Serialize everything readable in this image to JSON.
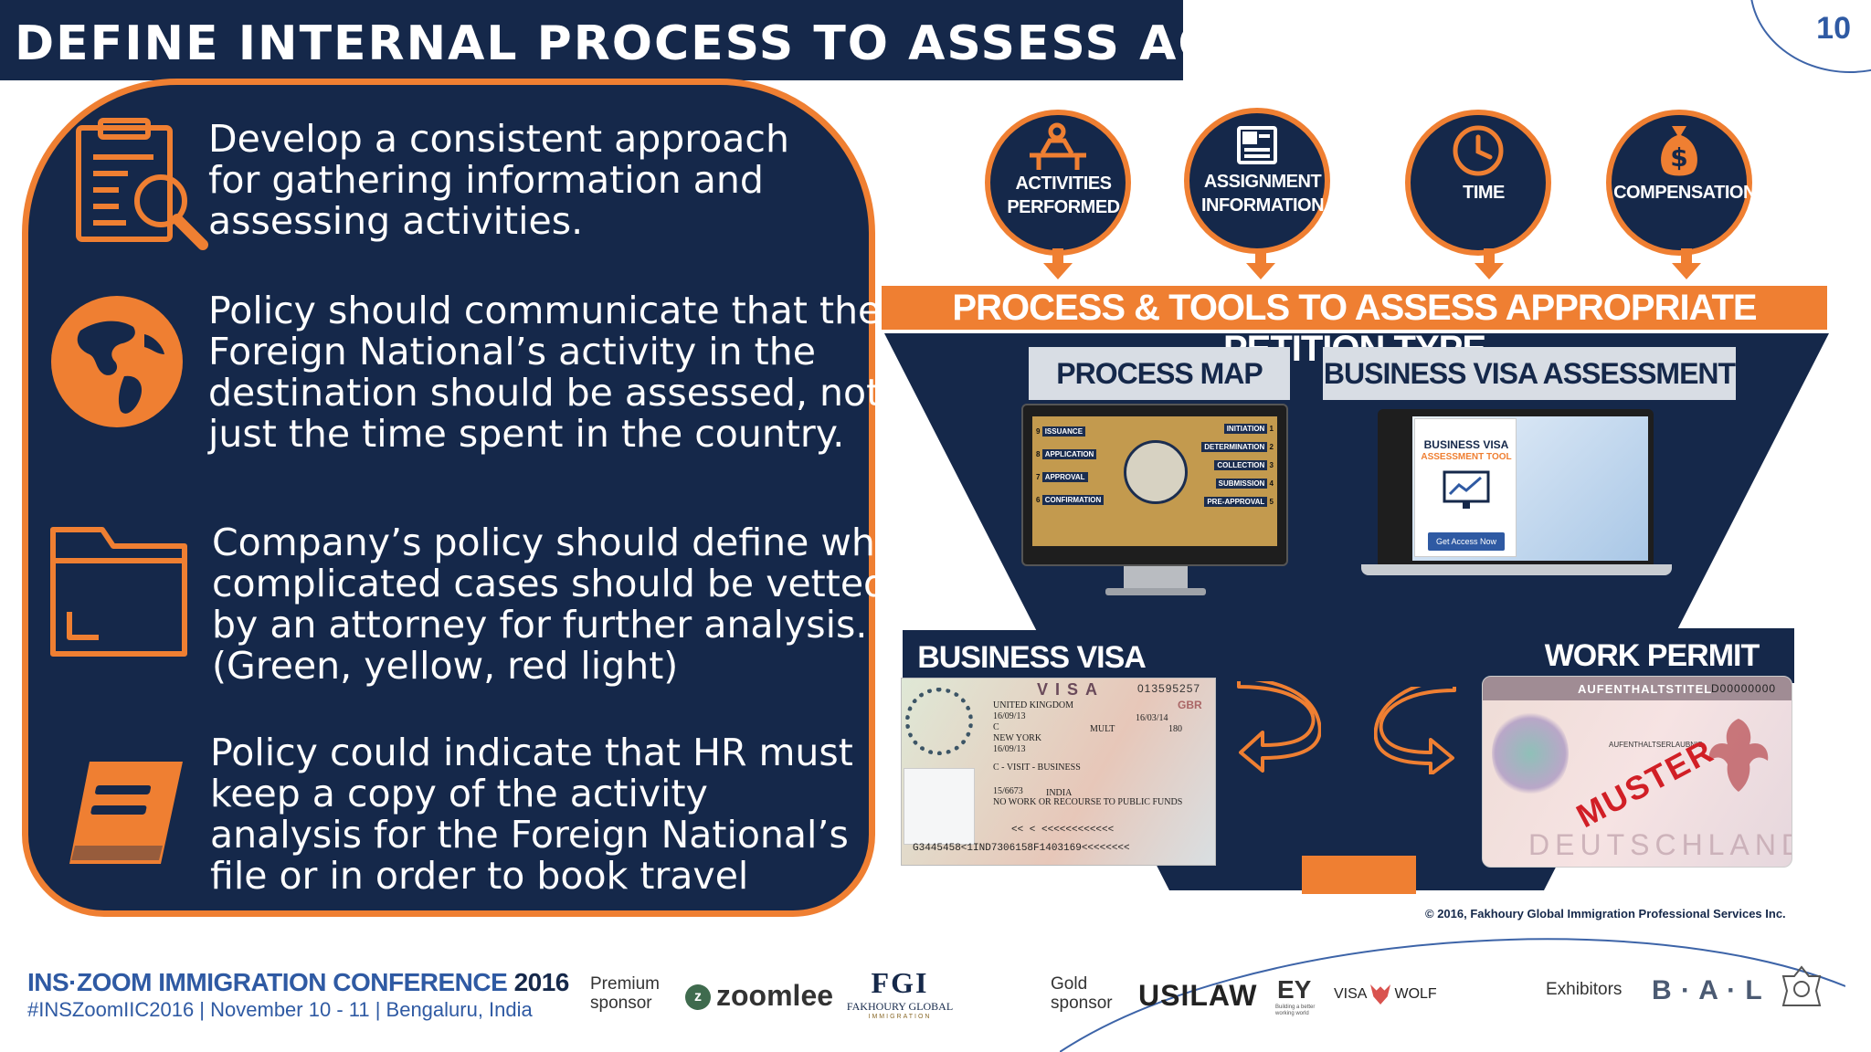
{
  "header": {
    "title": "DEFINE INTERNAL PROCESS TO ASSESS ACTIVITY",
    "page_number": "10"
  },
  "left_panel": {
    "points": [
      {
        "icon": "clipboard-search-icon",
        "lines": [
          "Develop a consistent approach",
          "for gathering information and",
          "assessing activities."
        ]
      },
      {
        "icon": "globe-icon",
        "lines": [
          "Policy should communicate that the",
          "Foreign National’s activity in the",
          "destination should be assessed, not",
          "just the time spent in the country."
        ]
      },
      {
        "icon": "folder-icon",
        "lines": [
          "Company’s policy should define when",
          "complicated cases should be vetted",
          "by an attorney for further analysis.",
          "(Green, yellow, red light)"
        ]
      },
      {
        "icon": "book-icon",
        "lines": [
          "Policy could indicate that HR must",
          "keep a copy of the activity",
          "analysis for the Foreign National’s",
          "file or in order to book travel"
        ]
      }
    ]
  },
  "diagram": {
    "circles": [
      {
        "icon": "desk-person-icon",
        "lines": [
          "ACTIVITIES",
          "PERFORMED"
        ]
      },
      {
        "icon": "document-icon",
        "lines": [
          "ASSIGNMENT",
          "INFORMATION"
        ]
      },
      {
        "icon": "clock-icon",
        "lines": [
          "TIME"
        ]
      },
      {
        "icon": "money-bag-icon",
        "lines": [
          "COMPENSATION"
        ]
      }
    ],
    "process_bar": "PROCESS & TOOLS TO ASSESS APPROPRIATE PETITION TYPE",
    "process_map_label": "PROCESS MAP",
    "tool_label": "BUSINESS VISA ASSESSMENT TOOL",
    "tool_screen": {
      "title_lines": [
        "BUSINESS VISA",
        "ASSESSMENT TOOL"
      ],
      "button": "Get Access Now"
    },
    "process_map_steps_left": [
      "ISSUANCE",
      "APPLICATION",
      "APPROVAL",
      "CONFIRMATION"
    ],
    "process_map_steps_right": [
      "INITIATION",
      "DETERMINATION",
      "COLLECTION",
      "SUBMISSION",
      "PRE-APPROVAL"
    ],
    "process_map_numbers_left": [
      "9",
      "8",
      "7",
      "6"
    ],
    "process_map_numbers_right": [
      "1",
      "2",
      "3",
      "4",
      "5"
    ],
    "business_visa_label": "BUSINESS VISA",
    "work_permit_label": "WORK PERMIT",
    "visa_card": {
      "header": "VISA",
      "number": "013595257",
      "country_code": "GBR",
      "lines": [
        "UNITED KINGDOM",
        "16/09/13",
        "C",
        "NEW YORK",
        "16/09/13",
        "C - VISIT - BUSINESS",
        "15/6673",
        "NO WORK OR RECOURSE TO PUBLIC FUNDS"
      ],
      "expiry": "16/03/14",
      "entries": "MULT",
      "days": "180",
      "country": "INDIA",
      "mrz_top": "<<   <   <<<<<<<<<<<<",
      "mrz": "G3445458<1IND7306158F1403169<<<<<<<<"
    },
    "permit_card": {
      "header": "AUFENTHALTSTITEL",
      "number": "D00000000",
      "type": "AUFENTHALTSERLAUBNIS",
      "stamp": "MUSTER",
      "country": "DEUTSCHLAND"
    }
  },
  "copyright": "© 2016, Fakhoury Global Immigration Professional Services Inc.",
  "footer": {
    "conference_title": "INS·ZOOM IMMIGRATION CONFERENCE",
    "conference_year": "2016",
    "conference_sub": "#INSZoomIIC2016 | November 10 - 11 | Bengaluru, India",
    "premium_label_1": "Premium",
    "premium_label_2": "sponsor",
    "premium_logo_1": "zoomlee",
    "premium_logo_1_mark": "z",
    "premium_logo_2": "FGI",
    "premium_logo_2_sub": "FAKHOURY GLOBAL",
    "premium_logo_2_sub2": "IMMIGRATION",
    "gold_label_1": "Gold",
    "gold_label_2": "sponsor",
    "gold_logo_1": "USILAW",
    "gold_logo_2": "EY",
    "gold_logo_2_tag": "Building a better working world",
    "gold_logo_3a": "VISA",
    "gold_logo_3b": "WOLF",
    "exhibitors_label": "Exhibitors",
    "exhibitor_logo": "B · A · L"
  },
  "colors": {
    "navy": "#15284a",
    "orange": "#ef7f32",
    "blue": "#2f5aa3",
    "gray_label": "#d8dde4"
  }
}
